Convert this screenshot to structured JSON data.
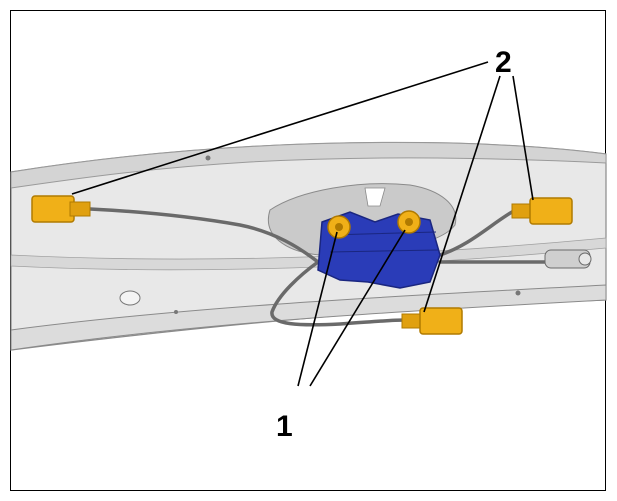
{
  "diagram": {
    "callouts": [
      {
        "id": "callout-1",
        "text": "1"
      },
      {
        "id": "callout-2",
        "text": "2"
      }
    ],
    "colors": {
      "panel": "#e6e6e6",
      "panel_shade": "#cfcfcf",
      "panel_edge": "#9a9a9a",
      "latch": "#2a3cb8",
      "latch_dark": "#1a2680",
      "connector": "#f0b018",
      "connector_dark": "#b07a00",
      "cable": "#6a6a6a"
    }
  }
}
